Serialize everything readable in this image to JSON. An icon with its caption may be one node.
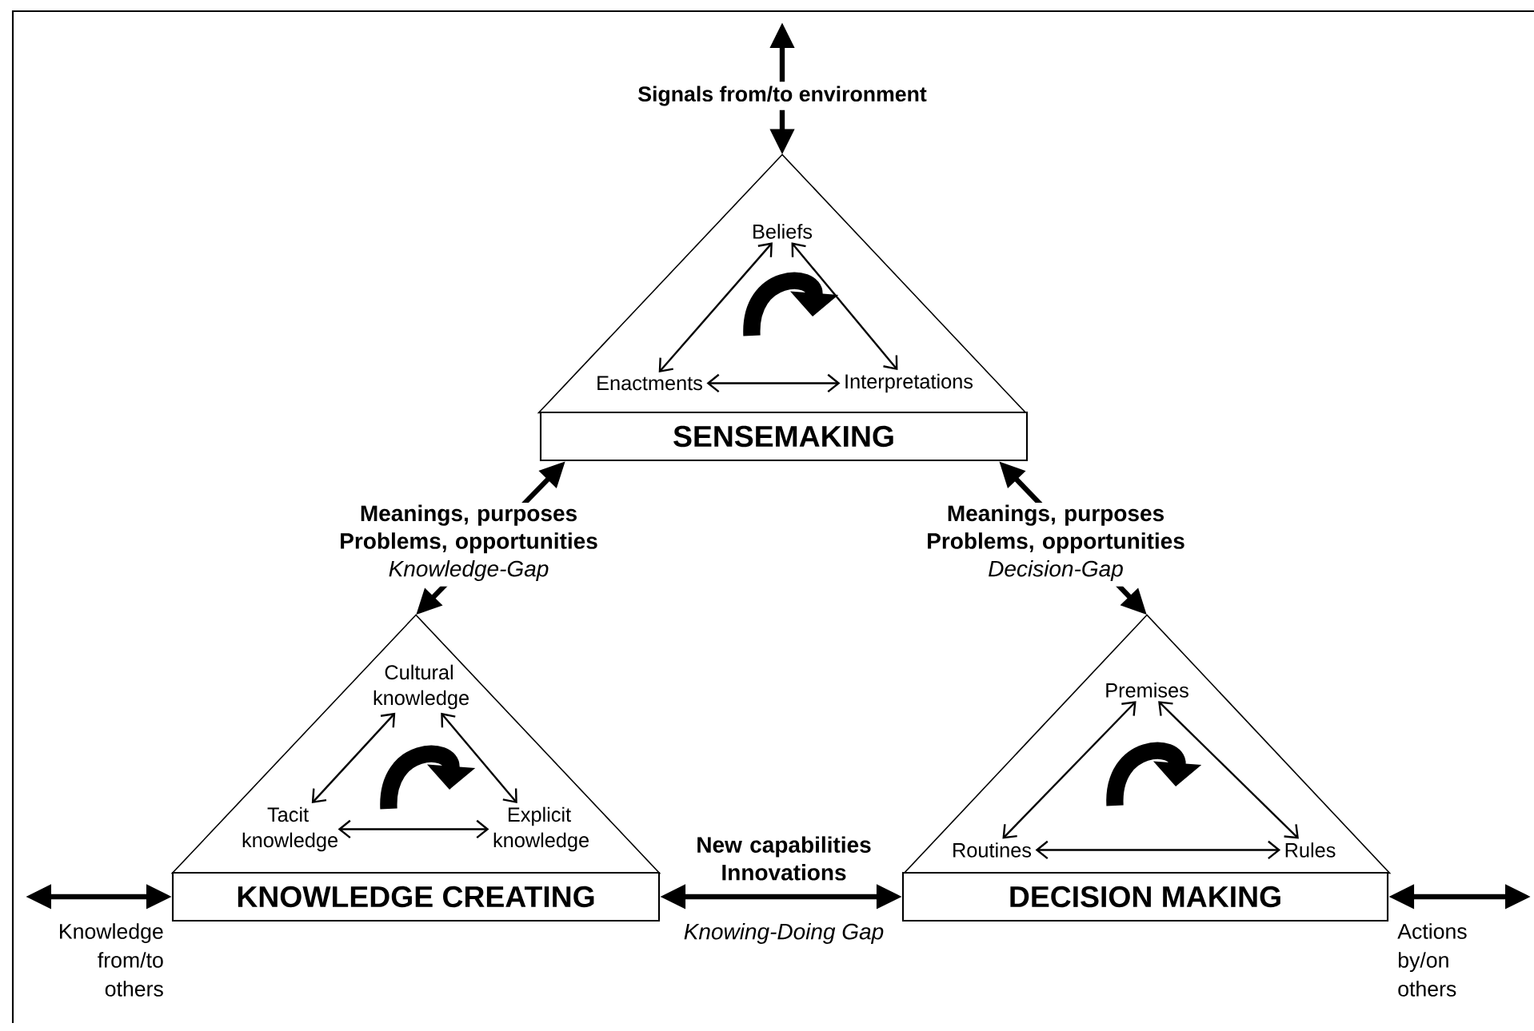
{
  "diagram": {
    "nodes": [
      {
        "text": [],
        "shape": "triangle"
      },
      {
        "text": [
          "Beliefs"
        ],
        "in": 0
      },
      {
        "text": [
          "Enactments"
        ],
        "in": 0
      },
      {
        "text": [
          "Interpretations"
        ],
        "in": 0
      },
      {
        "text": [
          "SENSEMAKING"
        ]
      },
      {
        "text": [],
        "shape": "triangle"
      },
      {
        "text": [
          "Cultural knowledge"
        ],
        "in": 5
      },
      {
        "text": [
          "Tacit knowledge"
        ],
        "in": 5
      },
      {
        "text": [
          "Explicit knowledge"
        ],
        "in": 5
      },
      {
        "text": [
          "KNOWLEDGE CREATING"
        ]
      },
      {
        "text": [],
        "shape": "triangle"
      },
      {
        "text": [
          "Premises"
        ],
        "in": 10
      },
      {
        "text": [
          "Routines"
        ],
        "in": 10
      },
      {
        "text": [
          "Rules"
        ],
        "in": 10
      },
      {
        "text": [
          "DECISION MAKING"
        ]
      }
    ],
    "edges": [
      {
        "from": null,
        "to": 0,
        "arrow": "both",
        "label": "Signals from/to environment",
        "style": "thick"
      },
      {
        "from": 1,
        "to": 2,
        "arrow": "both"
      },
      {
        "from": 1,
        "to": 3,
        "arrow": "both"
      },
      {
        "from": 2,
        "to": 3,
        "arrow": "both"
      },
      {
        "from": 6,
        "to": 7,
        "arrow": "both"
      },
      {
        "from": 6,
        "to": 8,
        "arrow": "both"
      },
      {
        "from": 7,
        "to": 8,
        "arrow": "both"
      },
      {
        "from": 11,
        "to": 12,
        "arrow": "both"
      },
      {
        "from": 11,
        "to": 13,
        "arrow": "both"
      },
      {
        "from": 12,
        "to": 13,
        "arrow": "both"
      },
      {
        "from": 4,
        "to": 5,
        "arrow": "both",
        "label": "Meanings, purposes Problems, opportunities",
        "style": "thick"
      },
      {
        "from": 4,
        "to": 10,
        "arrow": "both",
        "label": "Meanings, purposes Problems, opportunities",
        "style": "thick"
      },
      {
        "from": 9,
        "to": 14,
        "arrow": "both",
        "label": "New capabilities Innovations",
        "style": "thick"
      },
      {
        "from": null,
        "to": 9,
        "arrow": "both",
        "label": "Knowledge from/to others",
        "style": "thick"
      },
      {
        "from": 14,
        "to": null,
        "arrow": "both",
        "label": "Actions by/on others",
        "style": "thick"
      }
    ],
    "labels": [
      "Knowledge-Gap",
      "Decision-Gap",
      "Knowing-Doing Gap"
    ]
  }
}
